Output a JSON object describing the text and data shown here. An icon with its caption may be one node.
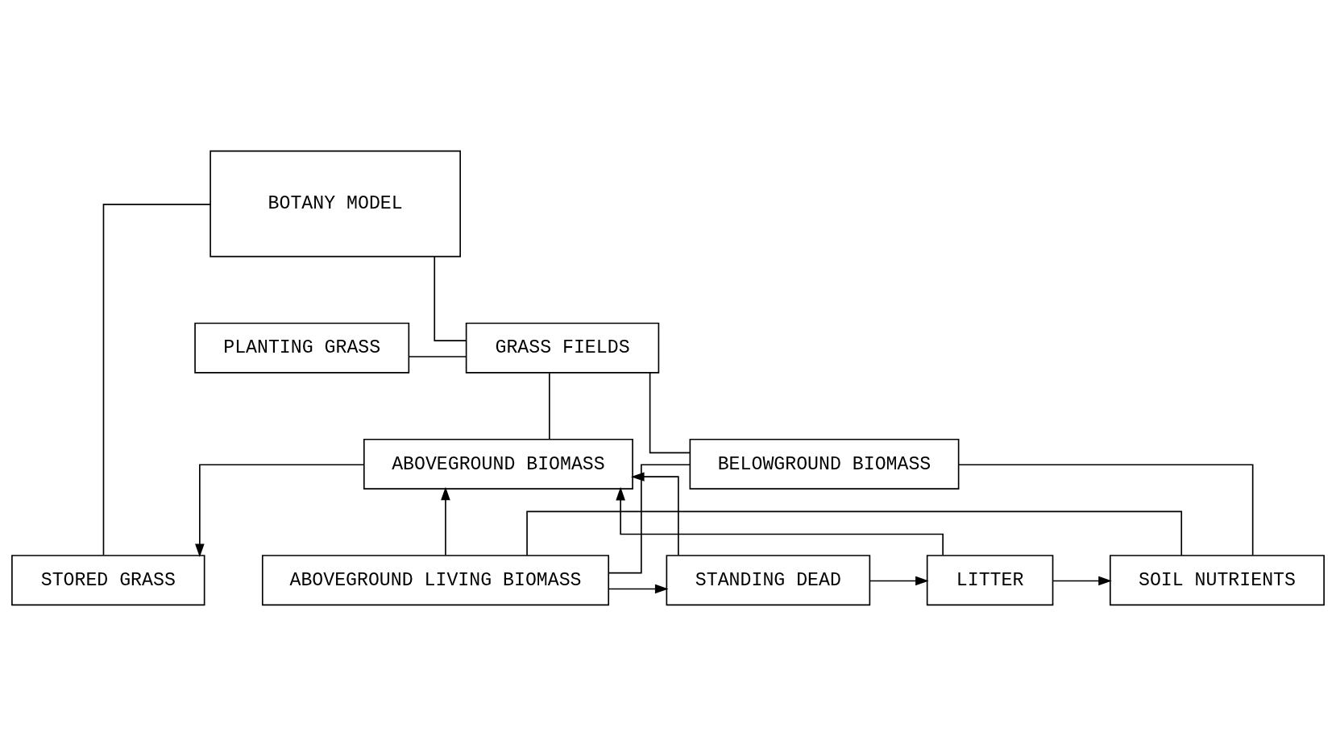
{
  "diagram": {
    "nodes": [
      {
        "text": [
          "BOTANY MODEL"
        ]
      },
      {
        "text": [
          "STORED GRASS"
        ]
      },
      {
        "text": [
          "PLANTING GRASS"
        ]
      },
      {
        "text": [
          "GRASS FIELDS"
        ]
      },
      {
        "text": [
          "ABOVEGROUND BIOMASS"
        ]
      },
      {
        "text": [
          "BELOWGROUND BIOMASS"
        ]
      },
      {
        "text": [
          "ABOVEGROUND LIVING BIOMASS"
        ]
      },
      {
        "text": [
          "STANDING DEAD"
        ]
      },
      {
        "text": [
          "LITTER"
        ]
      },
      {
        "text": [
          "SOIL NUTRIENTS"
        ]
      }
    ],
    "edges": [
      {
        "from": 0,
        "to": 1,
        "arrow": "none"
      },
      {
        "from": 0,
        "to": 3,
        "arrow": "none"
      },
      {
        "from": 2,
        "to": 3,
        "arrow": "none"
      },
      {
        "from": 3,
        "to": 5,
        "arrow": "none"
      },
      {
        "from": 3,
        "to": 4,
        "arrow": "none"
      },
      {
        "from": 4,
        "to": 1,
        "arrow": "to"
      },
      {
        "from": 6,
        "to": 4,
        "arrow": "to"
      },
      {
        "from": 7,
        "to": 4,
        "arrow": "to"
      },
      {
        "from": 8,
        "to": 4,
        "arrow": "to"
      },
      {
        "from": 6,
        "to": 7,
        "arrow": "to"
      },
      {
        "from": 7,
        "to": 8,
        "arrow": "to"
      },
      {
        "from": 8,
        "to": 9,
        "arrow": "to"
      },
      {
        "from": 6,
        "to": 5,
        "arrow": "none"
      },
      {
        "from": 6,
        "to": 9,
        "arrow": "none"
      },
      {
        "from": 5,
        "to": 9,
        "arrow": "none"
      }
    ]
  }
}
